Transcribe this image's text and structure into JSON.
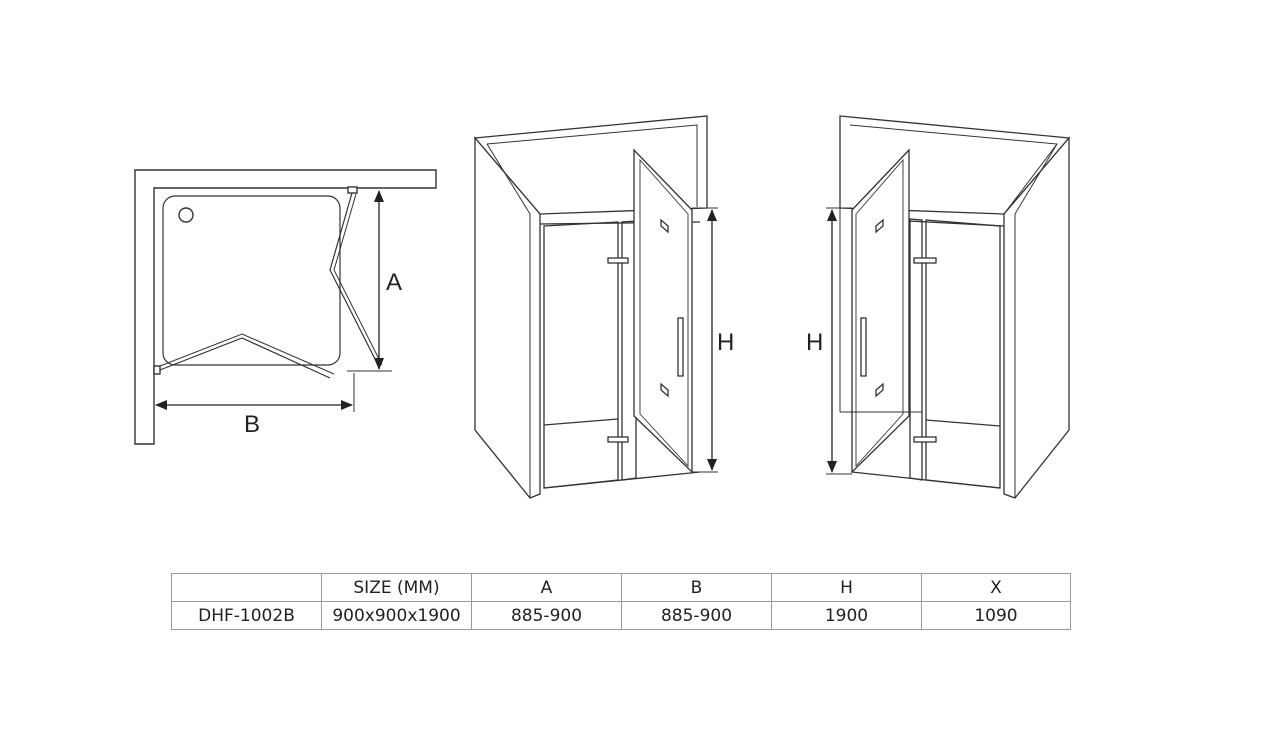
{
  "diagram": {
    "labels": {
      "a": "A",
      "b": "B",
      "h_front": "H",
      "h_back": "H"
    }
  },
  "table": {
    "headers": [
      "",
      "SIZE (MM)",
      "A",
      "B",
      "H",
      "X"
    ],
    "rows": [
      [
        "DHF-1002B",
        "900x900x1900",
        "885-900",
        "885-900",
        "1900",
        "1090"
      ]
    ]
  }
}
